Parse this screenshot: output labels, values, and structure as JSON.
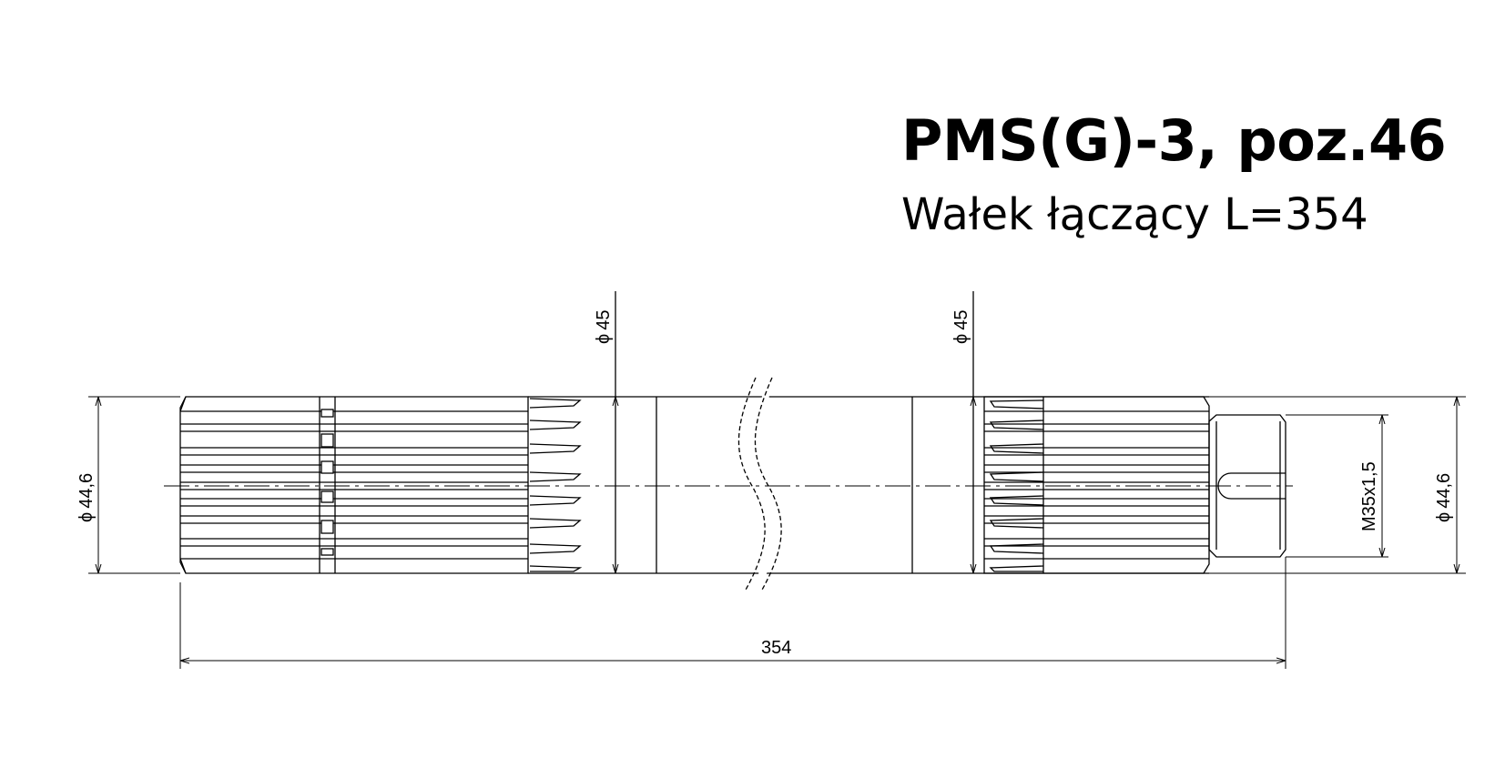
{
  "title": "PMS(G)-3, poz.46",
  "subtitle": "Wałek łączący L=354",
  "dimensions": {
    "diameter_left": "44,6",
    "diameter_mid_left": "45",
    "diameter_mid_right": "45",
    "thread": "M35x1,5",
    "diameter_right": "44,6",
    "overall_length": "354"
  },
  "diameter_symbol": "ϕ"
}
